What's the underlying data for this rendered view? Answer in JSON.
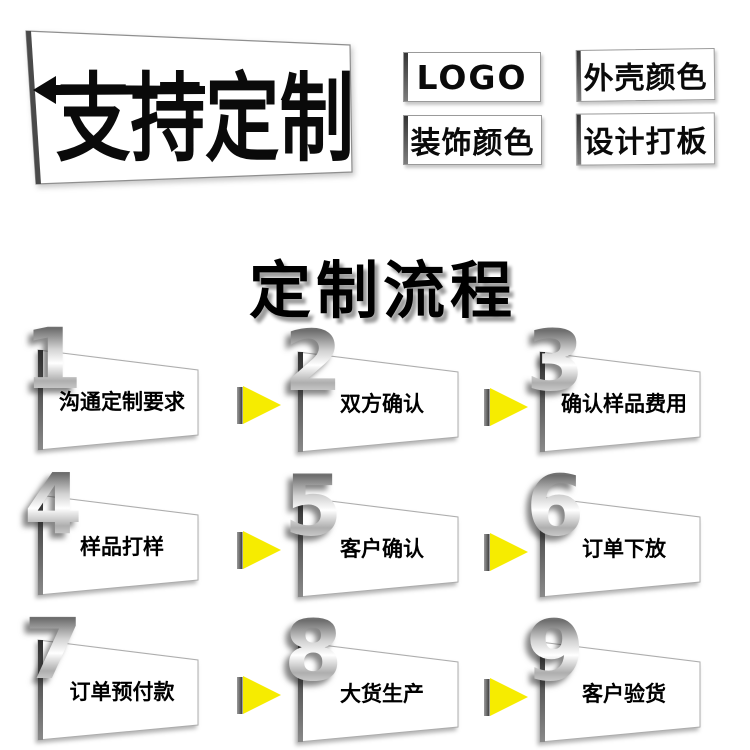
{
  "poster": {
    "logo": {
      "text": "支持定制",
      "icon": "left-arrow"
    },
    "features": [
      {
        "label": "LOGO"
      },
      {
        "label": "外壳颜色"
      },
      {
        "label": "装饰颜色"
      },
      {
        "label": "设计打板"
      }
    ],
    "title": "定制流程",
    "steps": [
      {
        "number": "1",
        "label": "沟通定制要求"
      },
      {
        "number": "2",
        "label": "双方确认"
      },
      {
        "number": "3",
        "label": "确认样品费用"
      },
      {
        "number": "4",
        "label": "样品打样"
      },
      {
        "number": "5",
        "label": "客户确认"
      },
      {
        "number": "6",
        "label": "订单下放"
      },
      {
        "number": "7",
        "label": "订单预付款"
      },
      {
        "number": "8",
        "label": "大货生产"
      },
      {
        "number": "9",
        "label": "客户验货"
      }
    ],
    "colors": {
      "arrow_yellow": "#F6EC00",
      "text_black": "#000000",
      "metal_silver": "#C9C9C9",
      "background": "#FFFFFF"
    }
  }
}
